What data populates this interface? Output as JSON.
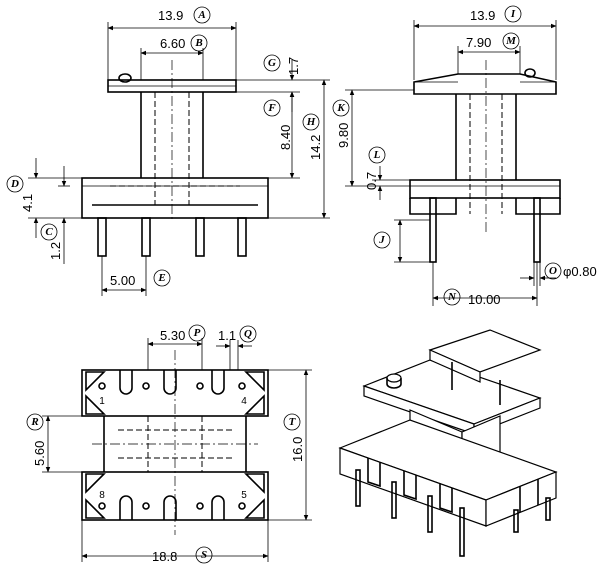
{
  "dimensions": {
    "A": {
      "value": "13.9",
      "tag": "A"
    },
    "B": {
      "value": "6.60",
      "tag": "B"
    },
    "C": {
      "value": "1.2",
      "tag": "C"
    },
    "D": {
      "value": "4.1",
      "tag": "D"
    },
    "E": {
      "value": "5.00",
      "tag": "E"
    },
    "F": {
      "value": "8.40",
      "tag": "F"
    },
    "G": {
      "value": "1.7",
      "tag": "G"
    },
    "H": {
      "value": "14.2",
      "tag": "H"
    },
    "I": {
      "value": "13.9",
      "tag": "I"
    },
    "J": {
      "value": "",
      "tag": "J"
    },
    "K": {
      "value": "9.80",
      "tag": "K"
    },
    "L": {
      "value": "0.7",
      "tag": "L"
    },
    "M": {
      "value": "7.90",
      "tag": "M"
    },
    "N": {
      "value": "10.00",
      "tag": "N"
    },
    "O": {
      "value": "φ0.80",
      "tag": "O"
    },
    "P": {
      "value": "5.30",
      "tag": "P"
    },
    "Q": {
      "value": "1.1",
      "tag": "Q"
    },
    "R": {
      "value": "5.60",
      "tag": "R"
    },
    "S": {
      "value": "18.8",
      "tag": "S"
    },
    "T": {
      "value": "16.0",
      "tag": "T"
    }
  },
  "pin_numbers": [
    "1",
    "4",
    "8",
    "5"
  ]
}
